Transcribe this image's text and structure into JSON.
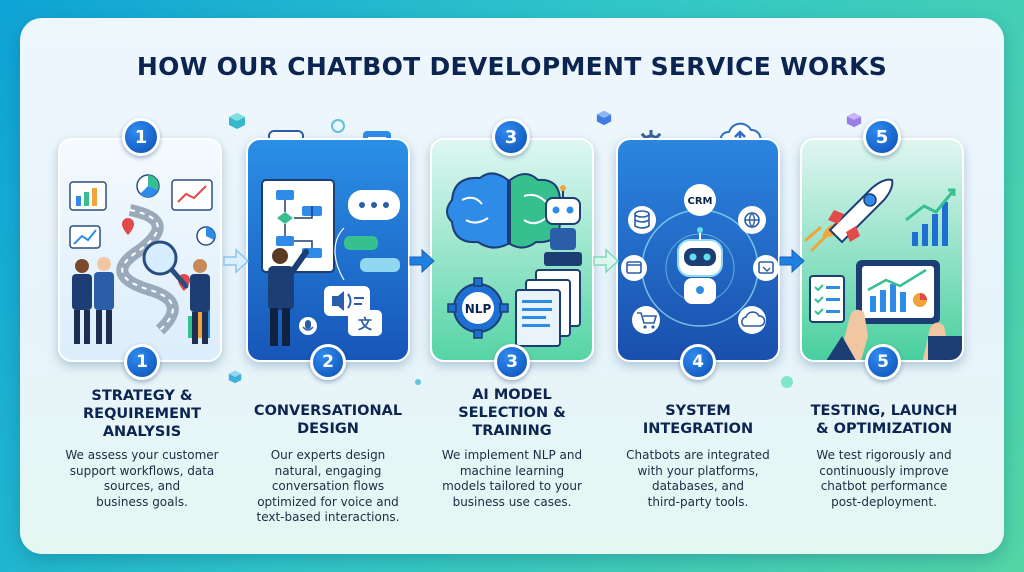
{
  "title": "HOW OUR CHATBOT DEVELOPMENT SERVICE WORKS",
  "colors": {
    "navy": "#0b2450",
    "badge_blue": "#1565d8",
    "card_light": "#e8f3fc",
    "card_blue": "#1c6fd1",
    "card_green": "#44d0a3",
    "arrow_blue": "#1e80e0"
  },
  "steps": [
    {
      "number": "1",
      "title_lines": [
        "STRATEGY &",
        "REQUIREMENT",
        "ANALYSIS"
      ],
      "desc_lines": [
        "We assess your customer",
        "support workflows, data",
        "sources, and",
        "business goals."
      ],
      "icons": [
        "analytics-dashboard-icon",
        "roadmap-icon",
        "magnifier-icon",
        "team-people-icon"
      ]
    },
    {
      "number": "2",
      "title_lines": [
        "CONVERSATIONAL",
        "DESIGN"
      ],
      "desc_lines": [
        "Our experts design",
        "natural, engaging",
        "conversation flows",
        "optimized for voice and",
        "text-based interactions."
      ],
      "icons": [
        "flowchart-board-icon",
        "chat-bubble-icon",
        "voice-icon",
        "translate-icon"
      ]
    },
    {
      "number": "3",
      "title_lines": [
        "AI MODEL",
        "SELECTION &",
        "TRAINING"
      ],
      "desc_lines": [
        "We implement NLP and",
        "machine learning",
        "models tailored to your",
        "business use cases."
      ],
      "icons": [
        "ai-brain-icon",
        "robot-icon",
        "nlp-gear-icon",
        "documents-icon"
      ],
      "gear_label": "NLP"
    },
    {
      "number": "4",
      "title_lines": [
        "SYSTEM",
        "INTEGRATION"
      ],
      "desc_lines": [
        "Chatbots are integrated",
        "with your platforms,",
        "databases, and",
        "third-party tools."
      ],
      "icons": [
        "chatbot-hub-icon",
        "crm-icon",
        "database-icon",
        "cart-icon",
        "cloud-icon"
      ],
      "hub_label": "CRM"
    },
    {
      "number": "5",
      "title_lines": [
        "TESTING, LAUNCH",
        "& OPTIMIZATION"
      ],
      "desc_lines": [
        "We test rigorously and",
        "continuously improve",
        "chatbot performance",
        "post-deployment."
      ],
      "icons": [
        "rocket-icon",
        "tablet-chart-icon",
        "checklist-icon",
        "growth-chart-icon"
      ]
    }
  ]
}
